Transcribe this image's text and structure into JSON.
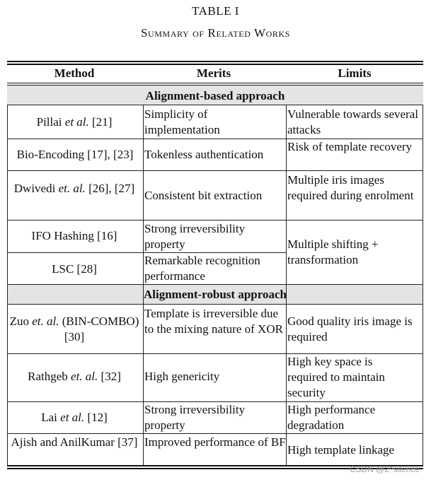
{
  "caption": {
    "label": "TABLE I",
    "title": "Summary of Related Works"
  },
  "headers": {
    "method": "Method",
    "merits": "Merits",
    "limits": "Limits"
  },
  "sections": {
    "alignment_based": "Alignment-based approach",
    "alignment_robust": "Alignment-robust approach"
  },
  "rows": {
    "pillai": {
      "method_pre": "Pillai ",
      "method_em": "et al.",
      "method_post": " [21]",
      "merits": "Simplicity of implementation",
      "limits": "Vulnerable towards several attacks"
    },
    "bio_encoding": {
      "method": "Bio-Encoding [17], [23]",
      "merits": "Tokenless authentication",
      "limits": "Risk of template recovery"
    },
    "dwivedi": {
      "method_pre": "Dwivedi ",
      "method_em": "et. al.",
      "method_post": " [26], [27]",
      "merits": "Consistent bit extraction",
      "limits": "Multiple iris images required during enrolment"
    },
    "ifo": {
      "method": "IFO Hashing [16]",
      "merits": "Strong irreversibility property"
    },
    "lsc": {
      "method": "LSC [28]",
      "merits": "Remarkable recognition performance"
    },
    "ifo_lsc_limits": "Multiple shifting + transformation",
    "zuo": {
      "method_pre": "Zuo ",
      "method_em": "et. al.",
      "method_post": "  (BIN-COMBO) [30]",
      "merits": "Template is irreversible due to the mixing nature of XOR",
      "limits": "Good quality iris image is required"
    },
    "rathgeb": {
      "method_pre": "Rathgeb ",
      "method_em": "et. al.",
      "method_post": " [32]",
      "merits": "High genericity",
      "limits": "High key space is required to maintain security"
    },
    "lai": {
      "method_pre": "Lai ",
      "method_em": "et al.",
      "method_post": " [12]",
      "merits": "Strong irreversibility property",
      "limits": "High performance degradation"
    },
    "ajish": {
      "method": "Ajish and AnilKumar [37]",
      "merits": "Improved performance of BF",
      "limits": "High template linkage"
    }
  },
  "watermark": "CSDN @2^silence"
}
